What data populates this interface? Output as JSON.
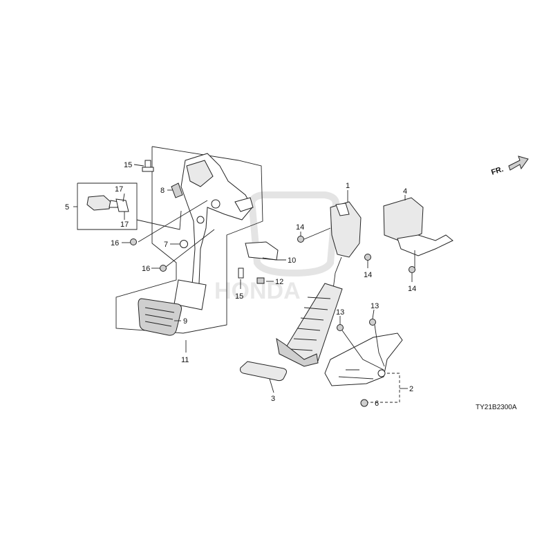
{
  "diagram_code": "TY21B2300A",
  "direction_label": "FR.",
  "watermark": "HONDA",
  "callouts": {
    "c1": "1",
    "c2": "2",
    "c3": "3",
    "c4": "4",
    "c5": "5",
    "c6": "6",
    "c7": "7",
    "c8": "8",
    "c9": "9",
    "c10": "10",
    "c11": "11",
    "c12": "12",
    "c13a": "13",
    "c13b": "13",
    "c14a": "14",
    "c14b": "14",
    "c14c": "14",
    "c15a": "15",
    "c15b": "15",
    "c16a": "16",
    "c16b": "16",
    "c17a": "17",
    "c17b": "17"
  }
}
